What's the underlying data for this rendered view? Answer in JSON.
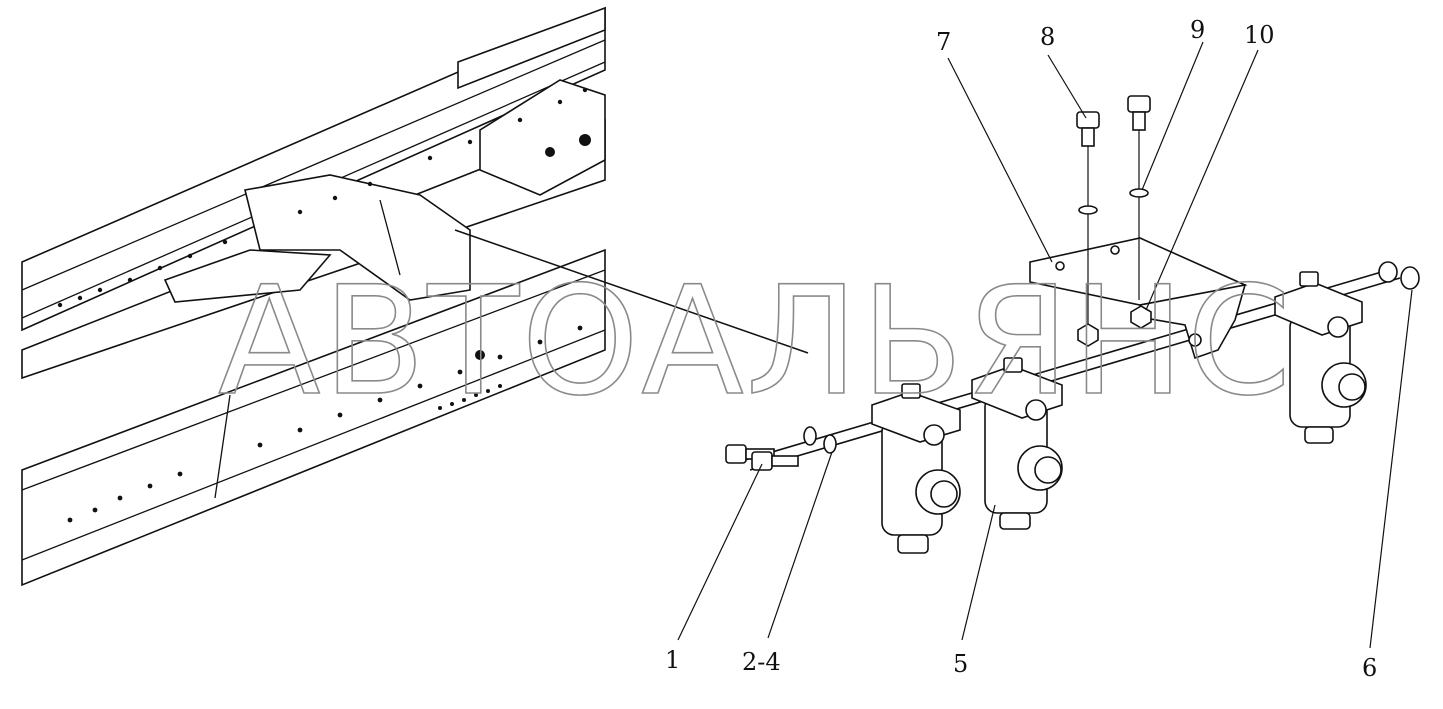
{
  "callouts": {
    "c1": "1",
    "c2_4": "2-4",
    "c5": "5",
    "c6": "6",
    "c7": "7",
    "c8": "8",
    "c9": "9",
    "c10": "10"
  },
  "watermark": "АВТОАЛЬЯНС",
  "colors": {
    "ink": "#111111",
    "watermark": "#8a8a8a",
    "background": "#ffffff"
  }
}
